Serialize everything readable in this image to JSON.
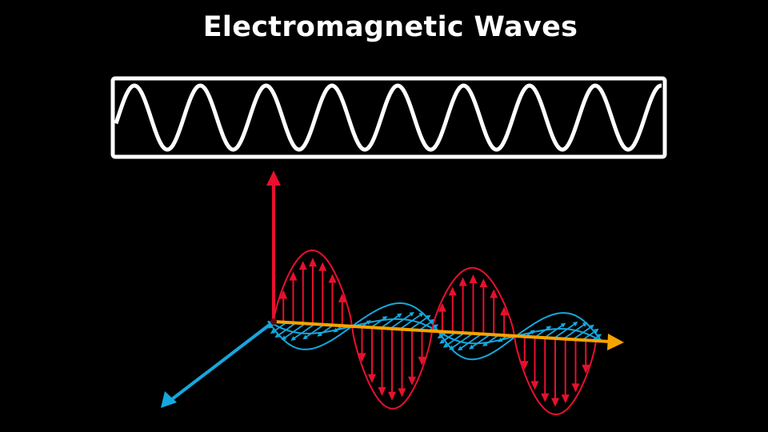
{
  "title": "Electromagnetic Waves",
  "colors": {
    "background": "#000000",
    "wave_box": "#ffffff",
    "electric_field": "#e8102e",
    "magnetic_field": "#14a8de",
    "propagation": "#f5a300",
    "origin": "#5a0a14"
  },
  "diagram": {
    "wave_box": {
      "periods": 8,
      "description": "transverse sine wave inside rectangle"
    },
    "axes": [
      {
        "name": "electric-field-axis",
        "direction": "vertical-up",
        "color_key": "electric_field"
      },
      {
        "name": "magnetic-field-axis",
        "direction": "diagonal-down-left",
        "color_key": "magnetic_field"
      },
      {
        "name": "propagation-axis",
        "direction": "right",
        "color_key": "propagation"
      }
    ],
    "electric_wave": {
      "lobes": 4,
      "orientation": "vertical"
    },
    "magnetic_wave": {
      "lobes": 4,
      "orientation": "horizontal-depth"
    }
  }
}
